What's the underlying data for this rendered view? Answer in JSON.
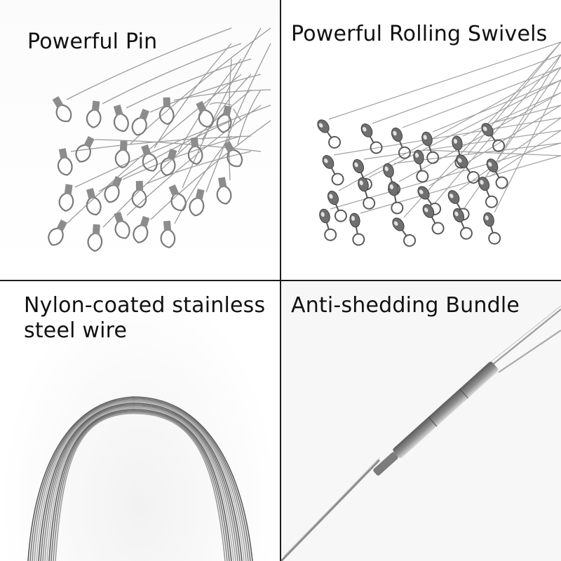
{
  "panels": [
    {
      "id": "pin",
      "label": "Powerful Pin",
      "icon": "snap-pin-icon"
    },
    {
      "id": "swivel",
      "label": "Powerful Rolling Swivels",
      "icon": "rolling-swivel-icon"
    },
    {
      "id": "wire",
      "label": "Nylon-coated stainless steel wire",
      "icon": "wire-loop-icon"
    },
    {
      "id": "bundle",
      "label": "Anti-shedding Bundle",
      "icon": "crimp-sleeve-icon"
    }
  ],
  "colors": {
    "divider": "#1c1c1c",
    "text": "#111111",
    "metal": "#8a8a8a",
    "background": "#ffffff"
  }
}
